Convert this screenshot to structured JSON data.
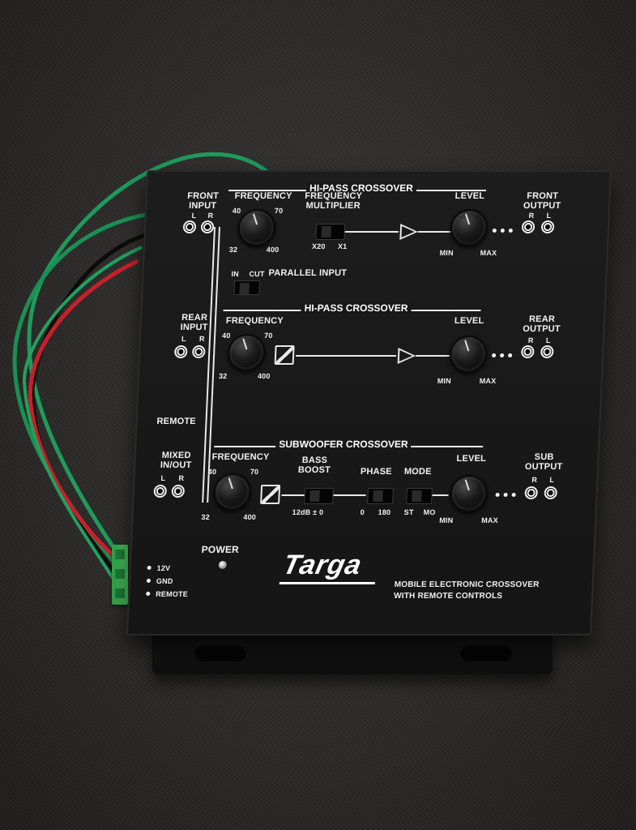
{
  "device": {
    "brand_logo": "Targa",
    "description_line1": "MOBILE ELECTRONIC CROSSOVER",
    "description_line2": "WITH REMOTE CONTROLS"
  },
  "front_section": {
    "title": "HI-PASS CROSSOVER",
    "input_label_1": "FRONT",
    "input_label_2": "INPUT",
    "input_l": "L",
    "input_r": "R",
    "frequency_label": "FREQUENCY",
    "freq_40": "40",
    "freq_70": "70",
    "freq_32": "32",
    "freq_400": "400",
    "multiplier_label_1": "FREQUENCY",
    "multiplier_label_2": "MULTIPLIER",
    "mult_x20": "X20",
    "mult_x1": "X1",
    "level_label": "LEVEL",
    "level_min": "MIN",
    "level_max": "MAX",
    "output_label_1": "FRONT",
    "output_label_2": "OUTPUT",
    "output_r": "R",
    "output_l": "L"
  },
  "parallel_input": {
    "in_label": "IN",
    "cut_label": "CUT",
    "title": "PARALLEL INPUT"
  },
  "rear_section": {
    "title": "HI-PASS CROSSOVER",
    "input_label_1": "REAR",
    "input_label_2": "INPUT",
    "input_l": "L",
    "input_r": "R",
    "frequency_label": "FREQUENCY",
    "freq_40": "40",
    "freq_70": "70",
    "freq_32": "32",
    "freq_400": "400",
    "level_label": "LEVEL",
    "level_min": "MIN",
    "level_max": "MAX",
    "output_label_1": "REAR",
    "output_label_2": "OUTPUT",
    "output_r": "R",
    "output_l": "L"
  },
  "remote_label": "REMOTE",
  "sub_section": {
    "title": "SUBWOOFER CROSSOVER",
    "input_label_1": "MIXED",
    "input_label_2": "IN/OUT",
    "input_l": "L",
    "input_r": "R",
    "frequency_label": "FREQUENCY",
    "freq_40": "40",
    "freq_70": "70",
    "freq_32": "32",
    "freq_400": "400",
    "bass_boost_label_1": "BASS",
    "bass_boost_label_2": "BOOST",
    "bass_boost_values": "12dB ± 0",
    "phase_label": "PHASE",
    "phase_0": "0",
    "phase_180": "180",
    "mode_label": "MODE",
    "mode_st": "ST",
    "mode_mo": "MO",
    "level_label": "LEVEL",
    "level_min": "MIN",
    "level_max": "MAX",
    "output_label_1": "SUB",
    "output_label_2": "OUTPUT",
    "output_r": "R",
    "output_l": "L"
  },
  "power": {
    "label": "POWER",
    "terminal_12v": "12V",
    "terminal_gnd": "GND",
    "terminal_remote": "REMOTE"
  },
  "colors": {
    "panel": "#191919",
    "silkscreen": "#f0f0f0",
    "wire_green": "#1f9a5a",
    "wire_red": "#c8202a",
    "wire_black": "#0c0c0c",
    "terminal_green": "#3bb456"
  }
}
